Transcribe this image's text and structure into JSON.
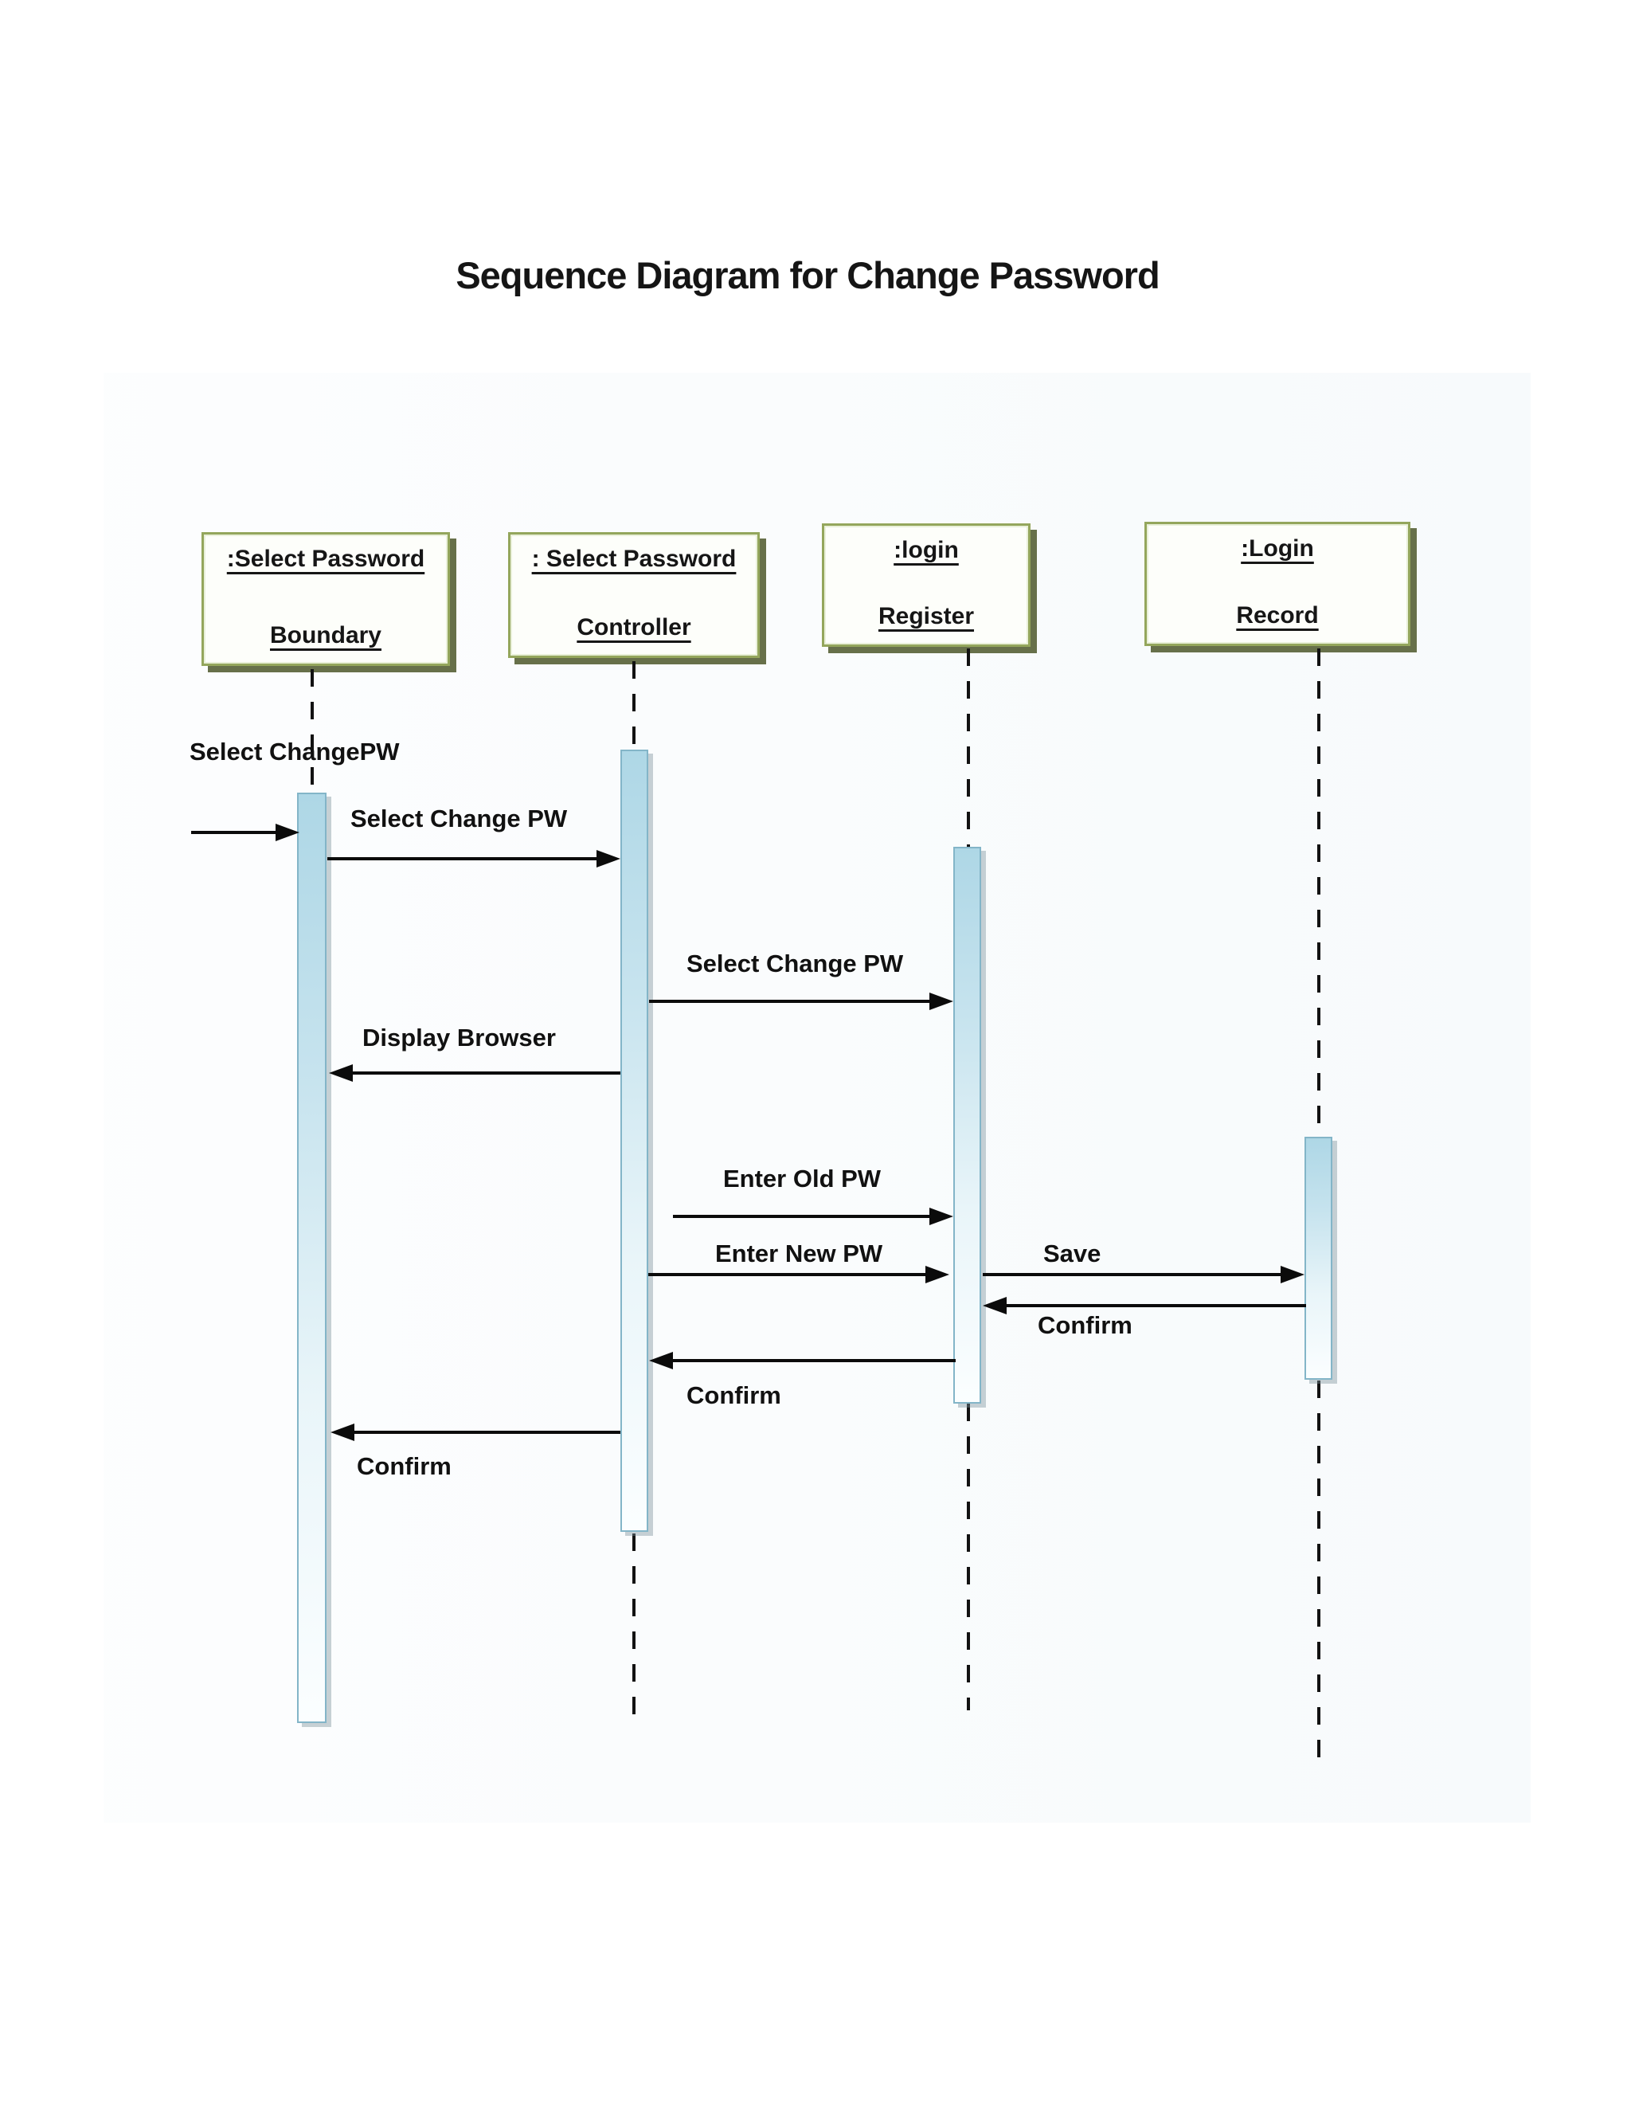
{
  "title": "Sequence Diagram for Change Password",
  "diagram_type": "uml-sequence",
  "actors": [
    {
      "id": "boundary",
      "line1": ":Select Password",
      "line2": "Boundary"
    },
    {
      "id": "controller",
      "line1": ": Select Password",
      "line2": "Controller"
    },
    {
      "id": "login-register",
      "line1": ":login",
      "line2": "Register"
    },
    {
      "id": "login-record",
      "line1": ":Login",
      "line2": "Record"
    }
  ],
  "messages": [
    {
      "label": "Select ChangePW",
      "from": "external",
      "to": "boundary",
      "direction": "right"
    },
    {
      "label": "Select Change PW",
      "from": "boundary",
      "to": "controller",
      "direction": "right"
    },
    {
      "label": "Select Change PW",
      "from": "controller",
      "to": "login-register",
      "direction": "right"
    },
    {
      "label": "Display Browser",
      "from": "controller",
      "to": "boundary",
      "direction": "left"
    },
    {
      "label": "Enter Old PW",
      "from": "controller",
      "to": "login-register",
      "direction": "right"
    },
    {
      "label": "Enter New PW",
      "from": "controller",
      "to": "login-register",
      "direction": "right"
    },
    {
      "label": "Save",
      "from": "login-register",
      "to": "login-record",
      "direction": "right"
    },
    {
      "label": "Confirm",
      "from": "login-record",
      "to": "login-register",
      "direction": "left"
    },
    {
      "label": "Confirm",
      "from": "login-register",
      "to": "controller",
      "direction": "left"
    },
    {
      "label": "Confirm",
      "from": "controller",
      "to": "boundary",
      "direction": "left"
    }
  ],
  "colors": {
    "actor_box_border": "#94a65c",
    "actor_box_shadow": "#67704a",
    "actor_box_fill": "#fdfefa",
    "activation_fill_top": "#aed7e6",
    "activation_border": "#83b5c8",
    "line_color": "#0b0b0b",
    "text_color": "#111111"
  }
}
